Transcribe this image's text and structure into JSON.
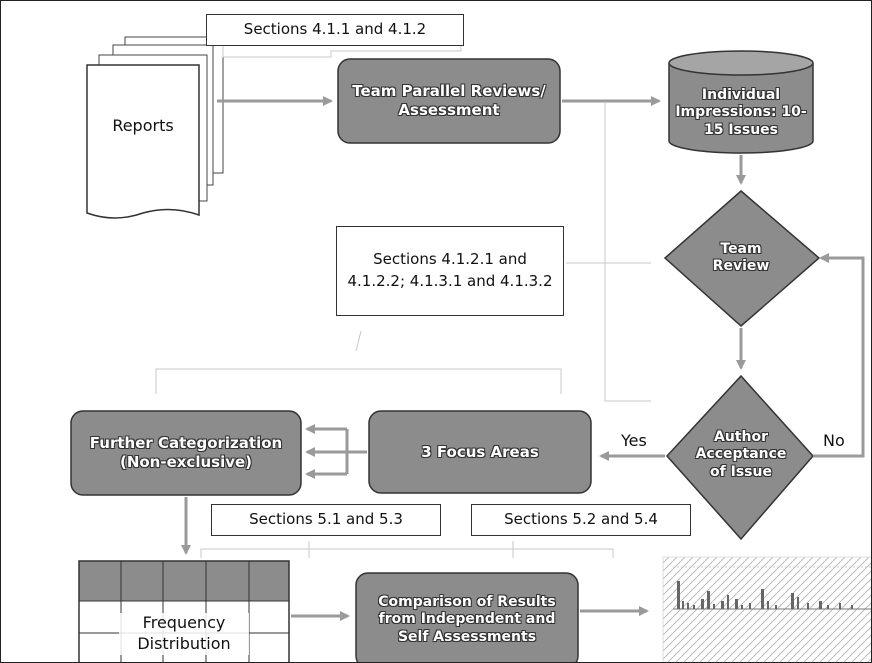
{
  "notes": {
    "top": "Sections 4.1.1 and 4.1.2",
    "middle": "Sections 4.1.2.1 and 4.1.2.2; 4.1.3.1 and 4.1.3.2",
    "bottom_left": "Sections 5.1 and 5.3",
    "bottom_right": "Sections 5.2 and 5.4"
  },
  "nodes": {
    "reports": "Reports",
    "team_parallel": "Team Parallel Reviews/ Assessment",
    "individual_impressions": "Individual Impressions: 10-15 Issues",
    "team_review": "Team Review",
    "author_acceptance": "Author Acceptance of Issue",
    "focus_areas": "3 Focus Areas",
    "further_categorization": "Further Categorization (Non-exclusive)",
    "comparison": "Comparison of Results from Independent and Self Assessments",
    "frequency_distribution": "Frequency Distribution"
  },
  "edges": {
    "yes": "Yes",
    "no": "No"
  },
  "colors": {
    "node_fill": "#8c8c8c",
    "node_stroke": "#333333",
    "arrow": "#9a9a9a",
    "table_header": "#8c8c8c"
  }
}
